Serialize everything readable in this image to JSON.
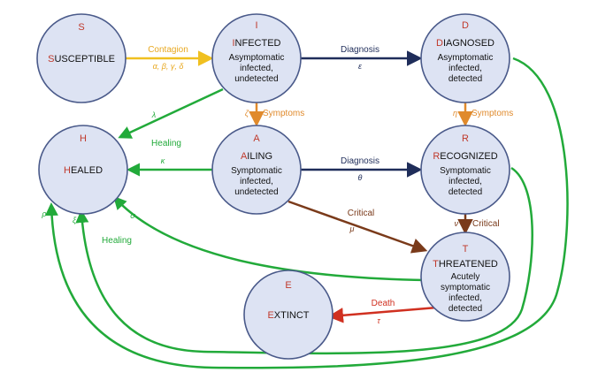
{
  "colors": {
    "node_fill": "#dde3f3",
    "node_stroke": "#4a5a8a",
    "letter": "#c0392b",
    "contagion": "#f0c020",
    "diagnosis": "#1f2d5a",
    "symptoms": "#e08a2c",
    "healing": "#22aa3a",
    "critical": "#7a3a1a",
    "death": "#d03020"
  },
  "nodes": {
    "S": {
      "letter": "S",
      "first": "S",
      "rest": "USCEPTIBLE",
      "desc": []
    },
    "I": {
      "letter": "I",
      "first": "I",
      "rest": "NFECTED",
      "desc": [
        "Asymptomatic",
        "infected,",
        "undetected"
      ]
    },
    "D": {
      "letter": "D",
      "first": "D",
      "rest": "IAGNOSED",
      "desc": [
        "Asymptomatic",
        "infected,",
        "detected"
      ]
    },
    "A": {
      "letter": "A",
      "first": "A",
      "rest": "ILING",
      "desc": [
        "Symptomatic",
        "infected,",
        "undetected"
      ]
    },
    "R": {
      "letter": "R",
      "first": "R",
      "rest": "ECOGNIZED",
      "desc": [
        "Symptomatic",
        "infected,",
        "detected"
      ]
    },
    "H": {
      "letter": "H",
      "first": "H",
      "rest": "EALED",
      "desc": []
    },
    "T": {
      "letter": "T",
      "first": "T",
      "rest": "HREATENED",
      "desc": [
        "Acutely",
        "symptomatic",
        "infected,",
        "detected"
      ]
    },
    "E": {
      "letter": "E",
      "first": "E",
      "rest": "XTINCT",
      "desc": []
    }
  },
  "edges": {
    "contagion": {
      "label": "Contagion",
      "sym": "α, β, γ, δ"
    },
    "diag_id": {
      "label": "Diagnosis",
      "sym": "ε"
    },
    "symp_ia": {
      "label": "Symptoms",
      "sym": "ζ"
    },
    "symp_dr": {
      "label": "Symptoms",
      "sym": "η"
    },
    "heal_ih": {
      "sym": "λ"
    },
    "heal_ah": {
      "label": "Healing",
      "sym": "κ"
    },
    "diag_ar": {
      "label": "Diagnosis",
      "sym": "θ"
    },
    "crit_at": {
      "label": "Critical",
      "sym": "μ"
    },
    "crit_rt": {
      "label": "Critical",
      "sym": "ν"
    },
    "heal_th": {
      "label": "Healing",
      "sym": "σ"
    },
    "heal_dh": {
      "sym": "ρ"
    },
    "heal_rh": {
      "sym": "ξ"
    },
    "death_te": {
      "label": "Death",
      "sym": "τ"
    }
  }
}
